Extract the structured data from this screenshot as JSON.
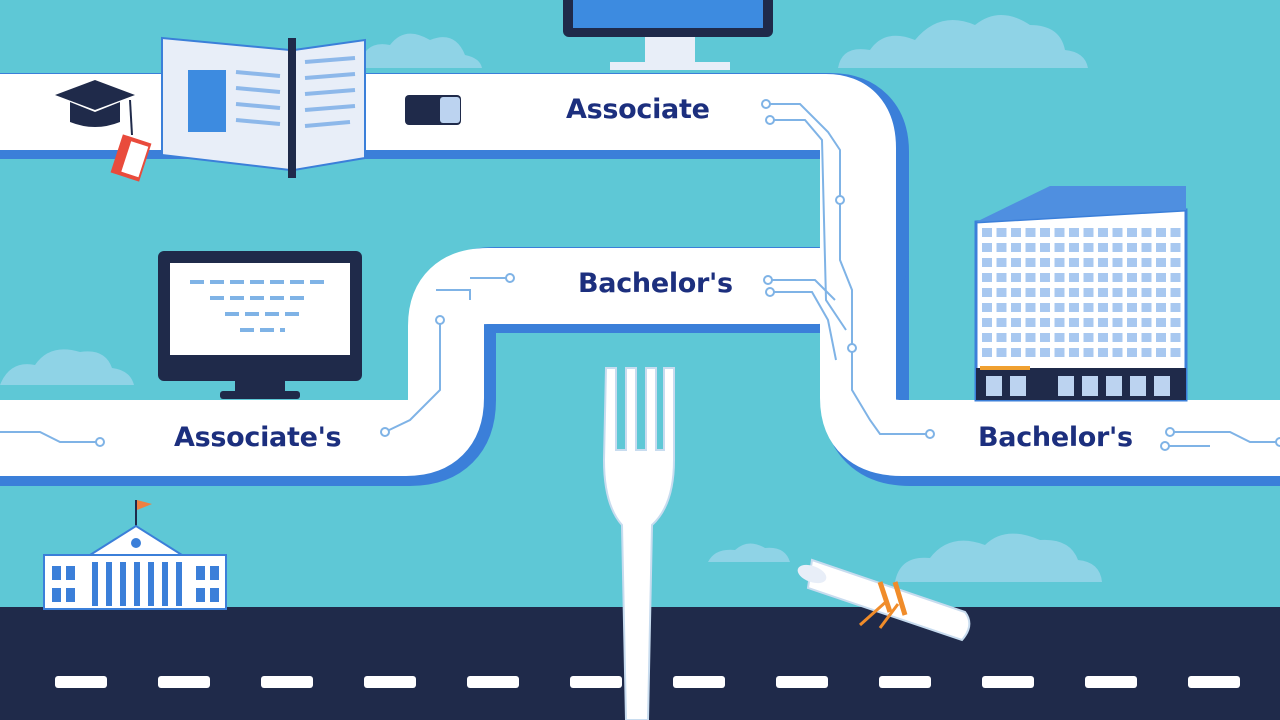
{
  "labels": {
    "top_path": "Associate",
    "middle_path": "Bachelor's",
    "left_path": "Associate's",
    "right_path": "Bachelor's"
  },
  "colors": {
    "sky": "#5ec8d6",
    "path": "#ffffff",
    "path_shadow": "#3b7fd9",
    "circuit": "#7fb3e6",
    "label_text": "#1c2f7e",
    "road": "#1f2a4a",
    "road_dash": "#ffffff"
  },
  "icons": [
    "graduation-cap-icon",
    "open-book-icon",
    "computer-monitor-icon",
    "office-building-icon",
    "university-building-icon",
    "fork-icon",
    "diploma-scroll-icon",
    "cloud-icon"
  ]
}
